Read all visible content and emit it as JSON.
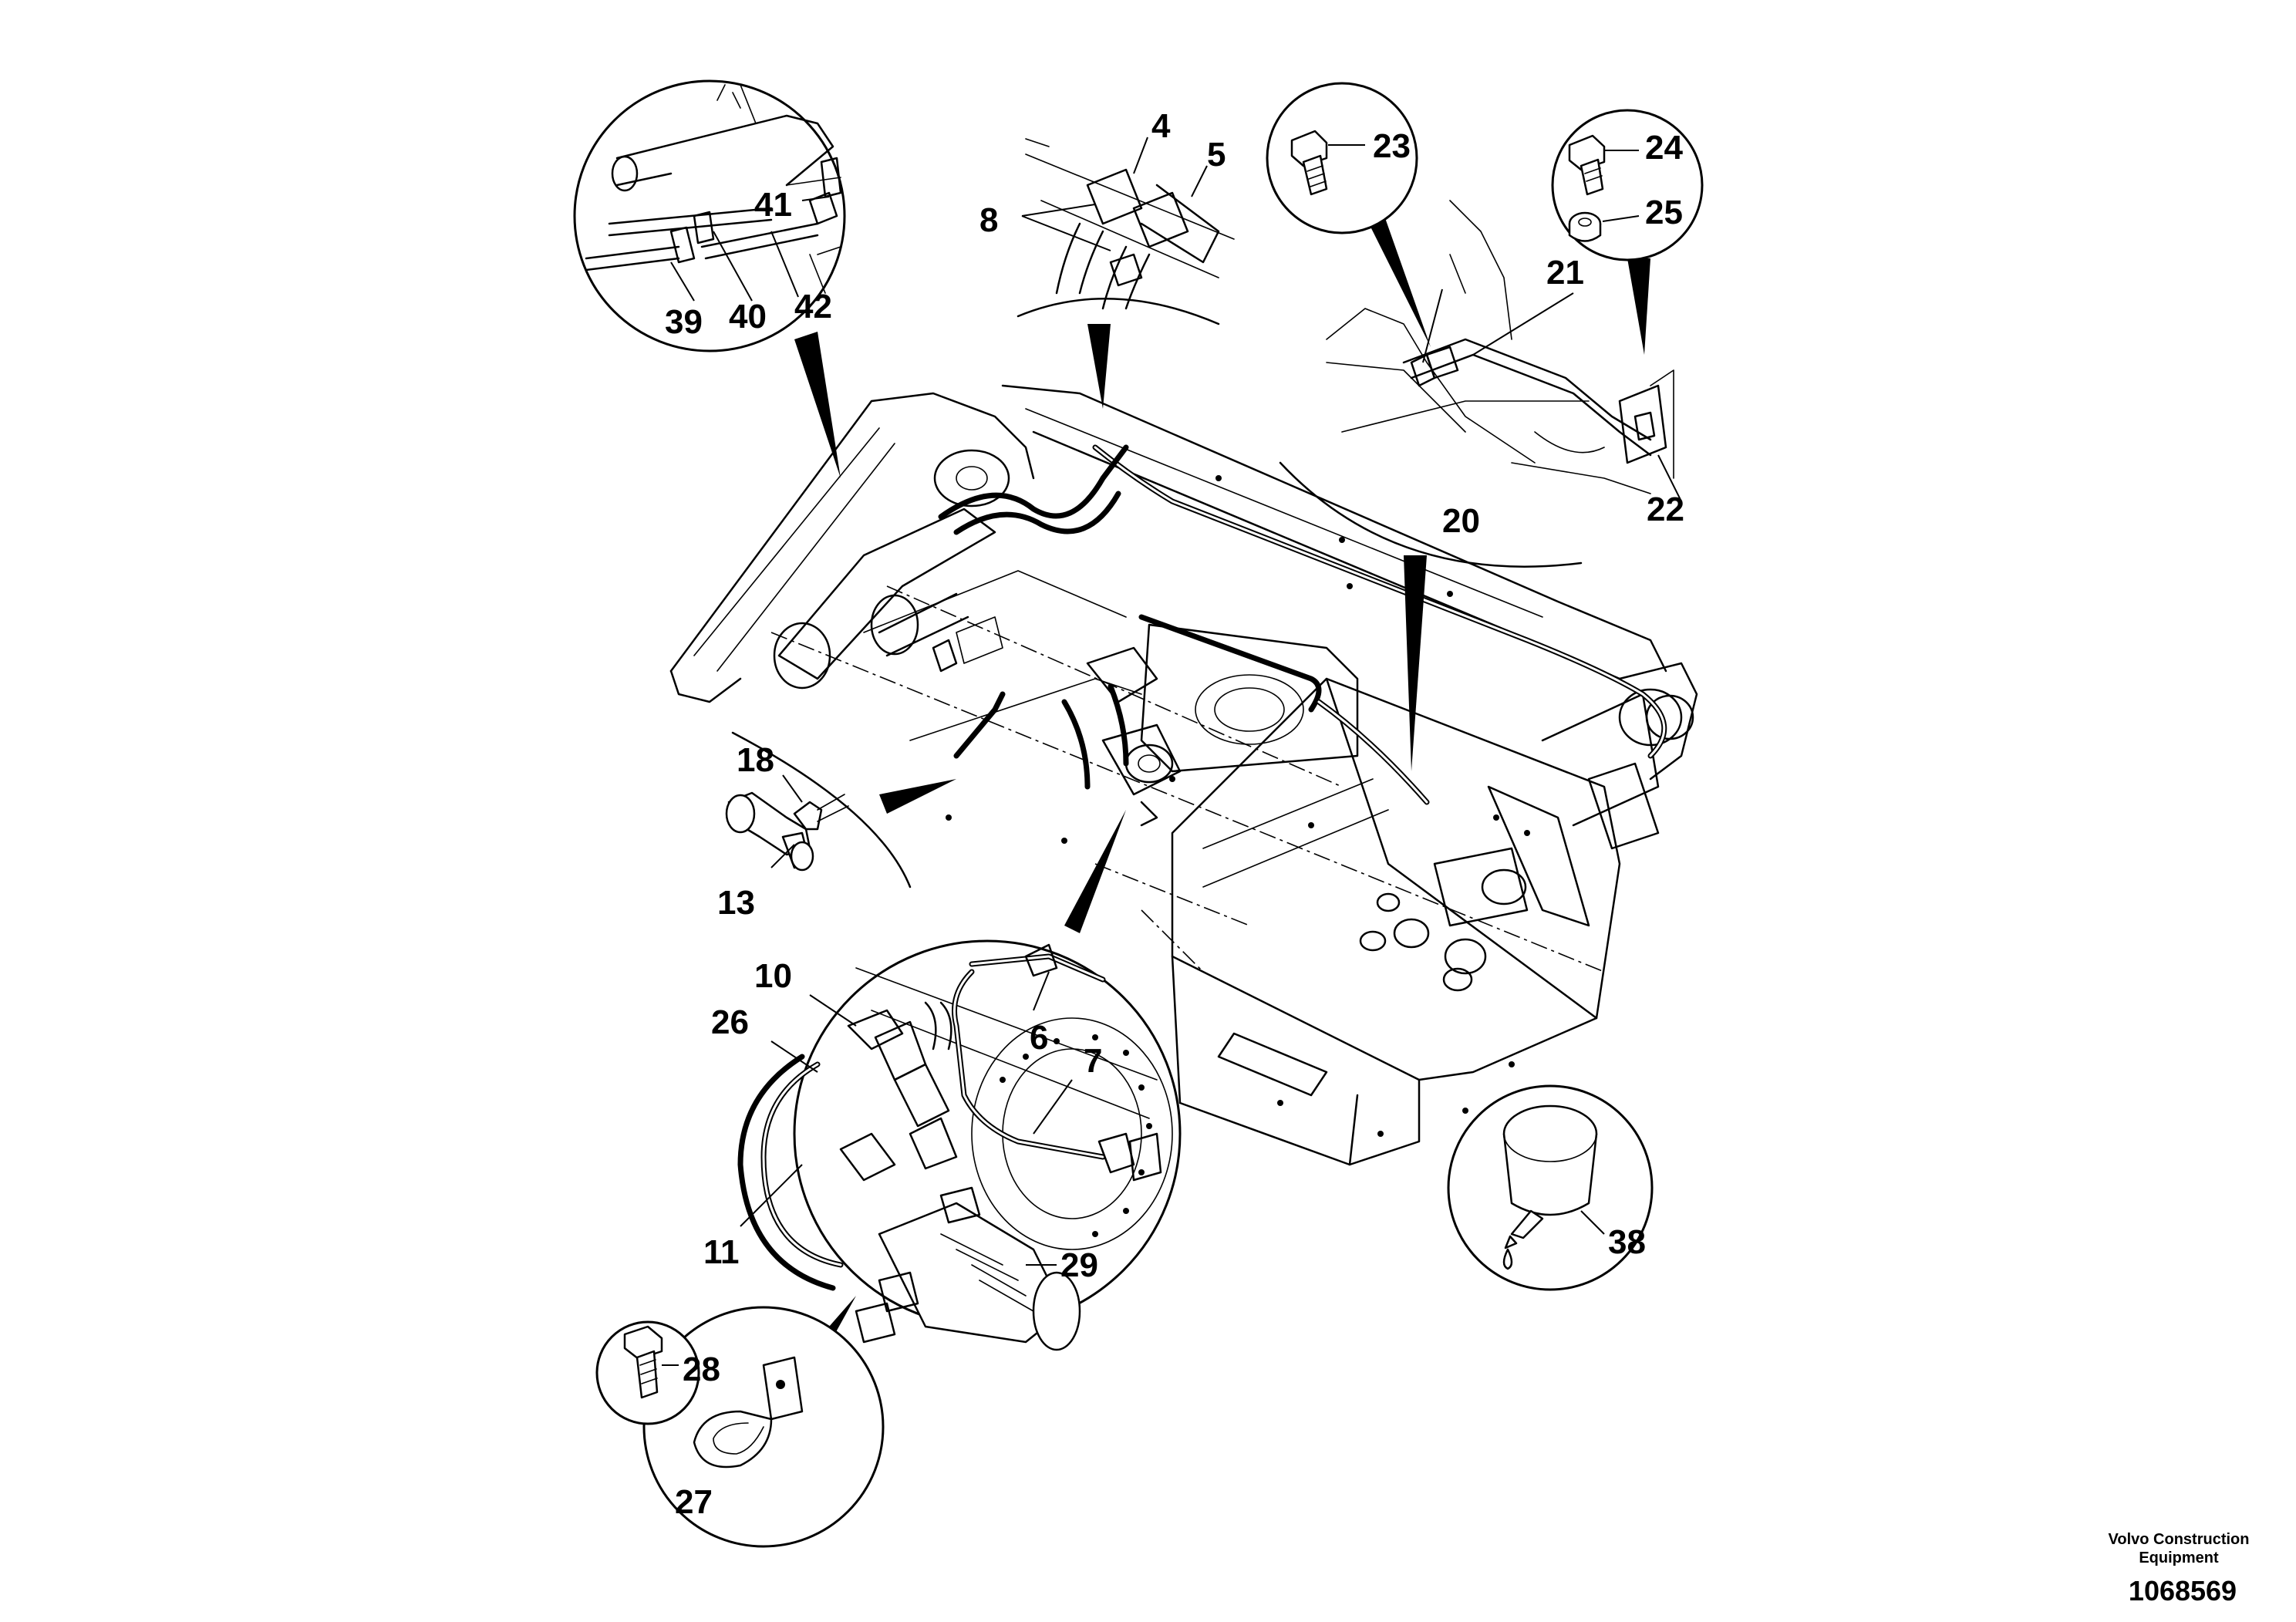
{
  "callouts": {
    "c4": "4",
    "c5": "5",
    "c8": "8",
    "c23": "23",
    "c24": "24",
    "c25": "25",
    "c21": "21",
    "c20": "20",
    "c22": "22",
    "c41": "41",
    "c39": "39",
    "c40": "40",
    "c42": "42",
    "c18": "18",
    "c13": "13",
    "c10": "10",
    "c26": "26",
    "c6": "6",
    "c7": "7",
    "c11": "11",
    "c29": "29",
    "c28": "28",
    "c27": "27",
    "c38": "38"
  },
  "footer": {
    "brand_line1": "Volvo Construction",
    "brand_line2": "Equipment",
    "document_number": "1068569"
  },
  "icons": {
    "bolt": "bolt-icon",
    "nut": "nut-icon",
    "clamp": "hose-clamp-icon",
    "sealant": "sealant-drop-icon"
  }
}
